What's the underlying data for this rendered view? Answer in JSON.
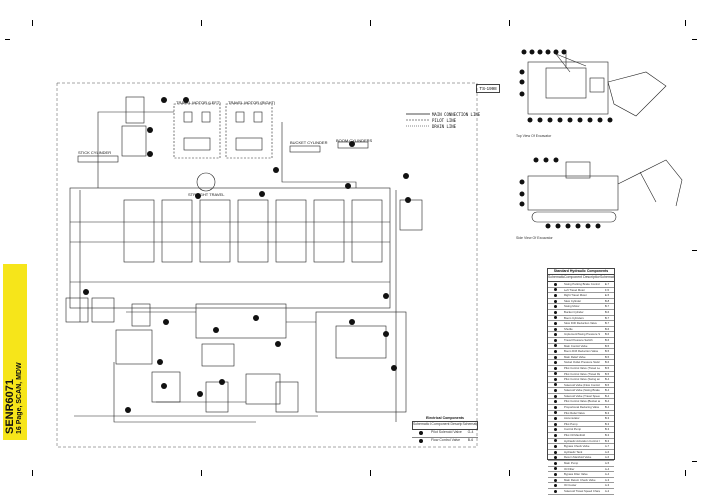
{
  "sidebar": {
    "title": "SENR6071",
    "subtitle": "16 Page, SCAN, MDW"
  },
  "page_ref": "TS-1998",
  "legend": [
    {
      "text": "MAIN CONNECTION LINE"
    },
    {
      "text": "PILOT LINE"
    },
    {
      "text": "DRAIN LINE"
    }
  ],
  "labels": {
    "travel_left": "TRAVEL MOTOR (LEFT)",
    "travel_right": "TRAVEL MOTOR (RIGHT)",
    "stick_cyl": "STICK CYLINDER",
    "bucket_cyl": "BUCKET CYLINDER",
    "boom_cyl": "BOOM CYLINDERS",
    "straight_travel": "STRAIGHT TRAVEL"
  },
  "captions": {
    "top_view": "Top View Of Excavator",
    "side_view": "Side View Of Excavator"
  },
  "electrical_table": {
    "title": "Electrical Components",
    "headers": [
      "Schematic Location (Item No.)",
      "Component Description",
      "Schematic Location"
    ],
    "rows": [
      {
        "desc": "Pilot Solenoid Valve",
        "loc": "G-4"
      },
      {
        "desc": "Flow Control Valve",
        "loc": "B-6"
      }
    ]
  },
  "hydraulic_table": {
    "title": "Standard Hydraulic Components",
    "headers": [
      "Schematic Location (Item No.)",
      "Component Description",
      "Schematic Location"
    ],
    "rows": [
      {
        "desc": "Swing Parking Brake Control Valve",
        "loc": "E-7"
      },
      {
        "desc": "Left Travel Motor",
        "loc": "F-5"
      },
      {
        "desc": "Right Travel Motor",
        "loc": "E-5"
      },
      {
        "desc": "Slew Cylinder",
        "loc": "B-8"
      },
      {
        "desc": "Swing Motor",
        "loc": "B-7"
      },
      {
        "desc": "Bucket Cylinder",
        "loc": "B-6"
      },
      {
        "desc": "Boom Cylinders",
        "loc": "B-7"
      },
      {
        "desc": "Slow Drift Reduction Valve",
        "loc": "B-7"
      },
      {
        "desc": "Shuttle",
        "loc": "B-6"
      },
      {
        "desc": "Implement/Swing Pressure Switch",
        "loc": "B-6"
      },
      {
        "desc": "Travel Pressure Switch",
        "loc": "B-6"
      },
      {
        "desc": "Main Control Valve",
        "loc": "B-5"
      },
      {
        "desc": "Boom Drift Reduction Valve",
        "loc": "B-5"
      },
      {
        "desc": "Main Relief Valve",
        "loc": "B-5"
      },
      {
        "desc": "Swivel Outlet Pressure Switch",
        "loc": "B-6"
      },
      {
        "desc": "Pilot Control Valve (Travel Left)",
        "loc": "B-5"
      },
      {
        "desc": "Pilot Control Valve (Travel Right)",
        "loc": "B-5"
      },
      {
        "desc": "Pilot Control Valve (Swing and Stick)",
        "loc": "B-4"
      },
      {
        "desc": "Solenoid Valve (Flow Control)",
        "loc": "B-5"
      },
      {
        "desc": "Solenoid Valve (Swing Brake)",
        "loc": "B-4"
      },
      {
        "desc": "Solenoid Valve (Travel Speed)",
        "loc": "B-4"
      },
      {
        "desc": "Pilot Control Valve (Bucket and Boom)",
        "loc": "B-4"
      },
      {
        "desc": "Proportional Reducing Valve",
        "loc": "B-4"
      },
      {
        "desc": "Pilot Relief Valve",
        "loc": "B-3"
      },
      {
        "desc": "Accumulator",
        "loc": "B-3"
      },
      {
        "desc": "Pilot Pump",
        "loc": "B-3"
      },
      {
        "desc": "Control Pump",
        "loc": "B-3"
      },
      {
        "desc": "Pilot Oil Manifold",
        "loc": "B-3"
      },
      {
        "desc": "Hydraulic Activation Control Valve",
        "loc": "B-3"
      },
      {
        "desc": "Bypass Check Valve",
        "loc": "A-7"
      },
      {
        "desc": "Hydraulic Tank",
        "loc": "A-6"
      },
      {
        "desc": "Return Manifold Valve",
        "loc": "A-6"
      },
      {
        "desc": "Main Pump",
        "loc": "A-5"
      },
      {
        "desc": "Oil Filter",
        "loc": "A-4"
      },
      {
        "desc": "Bypass Filter Valve",
        "loc": "A-4"
      },
      {
        "desc": "Main Return Check Valve",
        "loc": "A-3"
      },
      {
        "desc": "Oil Cooler",
        "loc": "A-3"
      },
      {
        "desc": "Solenoid Travel Speed Change Valve",
        "loc": "A-2"
      }
    ]
  }
}
